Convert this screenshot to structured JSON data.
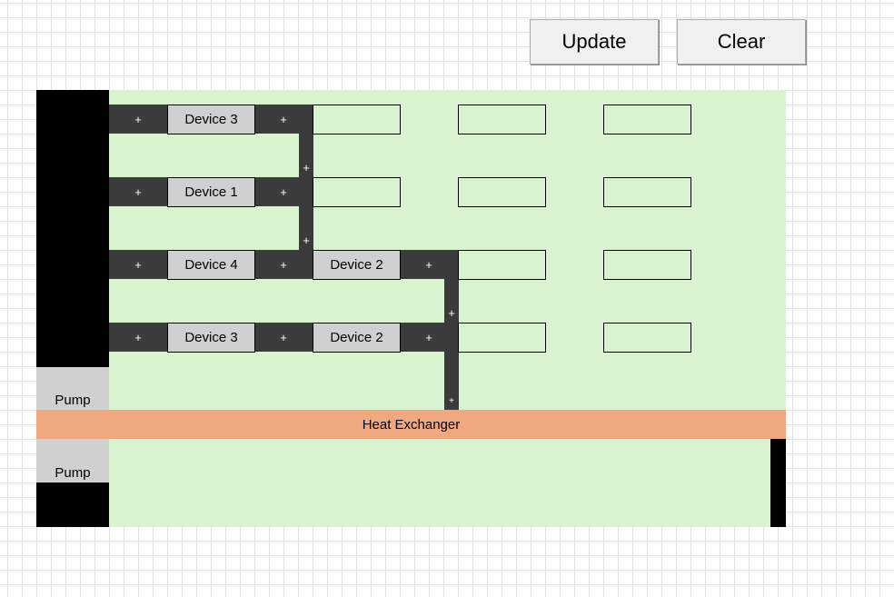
{
  "toolbar": {
    "update_label": "Update",
    "clear_label": "Clear"
  },
  "rows": [
    {
      "devices": [
        "Device 3"
      ]
    },
    {
      "devices": [
        "Device 1"
      ]
    },
    {
      "devices": [
        "Device 4",
        "Device 2"
      ]
    },
    {
      "devices": [
        "Device 3",
        "Device 2"
      ]
    }
  ],
  "pipe_symbol": "+",
  "pumps": [
    "Pump",
    "Pump"
  ],
  "heat_exchanger": "Heat Exchanger",
  "colors": {
    "panel_background": "#d9f2d0",
    "pipe": "#3b3b3b",
    "manifold": "#000000",
    "device_fill": "#d0d0d0",
    "heat_exchanger": "#f0a881"
  }
}
